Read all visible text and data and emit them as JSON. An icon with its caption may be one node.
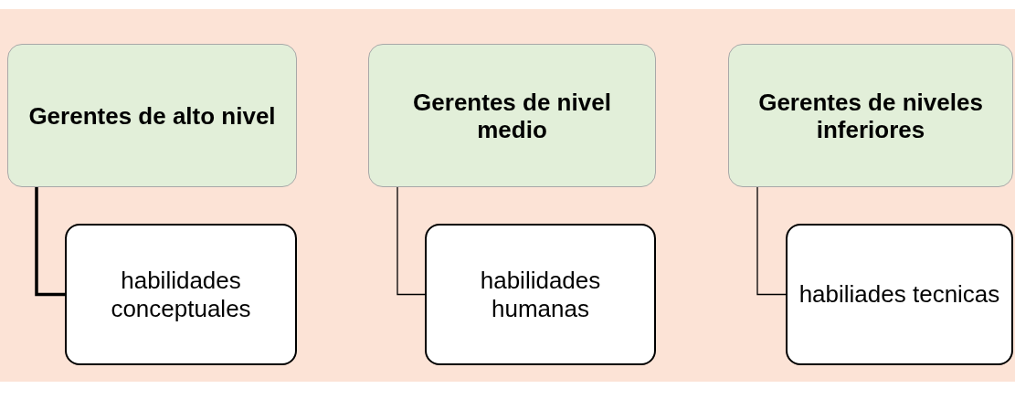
{
  "diagram": {
    "nodes": [
      {
        "text": [
          "Gerentes de alto nivel"
        ]
      },
      {
        "text": [
          "Gerentes de nivel medio"
        ]
      },
      {
        "text": [
          "Gerentes de niveles inferiores"
        ]
      },
      {
        "text": [
          "habilidades conceptuales"
        ]
      },
      {
        "text": [
          "habilidades humanas"
        ]
      },
      {
        "text": [
          "habiliades tecnicas"
        ]
      }
    ],
    "edges": [
      {
        "from": 0,
        "to": 3,
        "arrow": "none",
        "style": "thick"
      },
      {
        "from": 1,
        "to": 4,
        "arrow": "none"
      },
      {
        "from": 2,
        "to": 5,
        "arrow": "none"
      }
    ]
  }
}
